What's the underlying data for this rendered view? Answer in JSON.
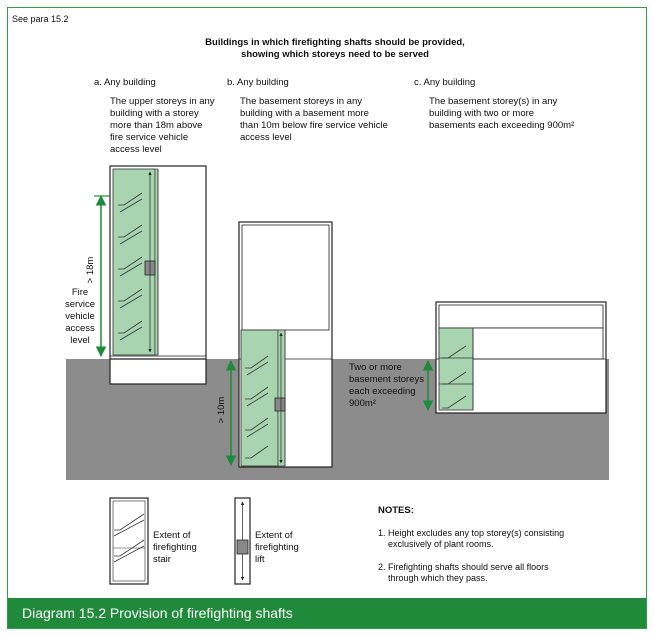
{
  "reference": "See para 15.2",
  "title_line1": "Buildings in which firefighting shafts should be provided,",
  "title_line2": "showing which storeys need to be served",
  "cases": [
    {
      "heading": "a.  Any building",
      "description": [
        "The upper storeys in any",
        "building with a storey",
        "more than 18m above",
        "fire service vehicle",
        "access level"
      ]
    },
    {
      "heading": "b.  Any building",
      "description": [
        "The basement storeys in any",
        "building with a basement more",
        "than 10m below fire service vehicle",
        "access level"
      ]
    },
    {
      "heading": "c.  Any building",
      "description": [
        "The basement storey(s) in any",
        "building with two or more",
        "basements each exceeding 900m²"
      ]
    }
  ],
  "labels": {
    "fire_service_access": [
      "Fire",
      "service",
      "vehicle",
      "access",
      "level"
    ],
    "dim_18m": "> 18m",
    "dim_10m": "> 10m",
    "basement_storeys": [
      "Two or more",
      "basement storeys",
      "each exceeding",
      "900m²"
    ]
  },
  "legend": {
    "stair": [
      "Extent of",
      "firefighting",
      "stair"
    ],
    "lift": [
      "Extent of",
      "firefighting",
      "lift"
    ]
  },
  "notes": {
    "heading": "NOTES:",
    "items": [
      [
        "1.  Height excludes any top storey(s) consisting",
        "exclusively of plant rooms."
      ],
      [
        "2.  Firefighting shafts should serve all floors",
        "through which they pass."
      ]
    ]
  },
  "caption": "Diagram 15.2  Provision of firefighting shafts",
  "colors": {
    "accent": "#1f8b3a",
    "shaft_fill": "#a8d4b0",
    "ground": "#8c8c8c",
    "frame": "#2e9e4a"
  }
}
